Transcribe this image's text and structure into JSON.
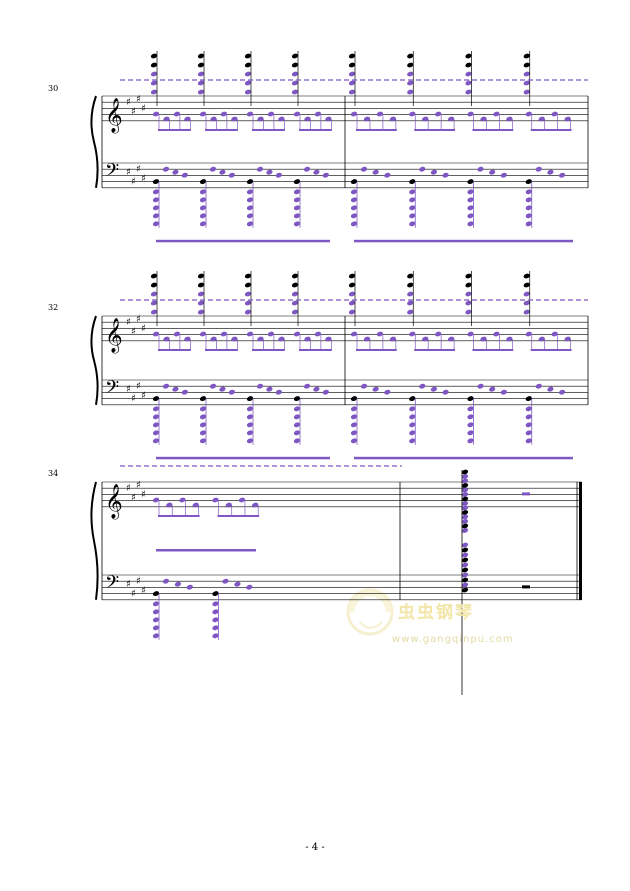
{
  "score": {
    "systems": [
      {
        "measure_number": "30"
      },
      {
        "measure_number": "32"
      },
      {
        "measure_number": "34"
      }
    ]
  },
  "footer": {
    "page_number": "- 4 -"
  },
  "watermark": {
    "chinese_text": "虫虫钢琴",
    "url_text": "www.gangqinpu.com"
  },
  "colors": {
    "note_highlight": "#7e57c2",
    "staff_ink": "#000000",
    "watermark": "#f2e6a8"
  }
}
